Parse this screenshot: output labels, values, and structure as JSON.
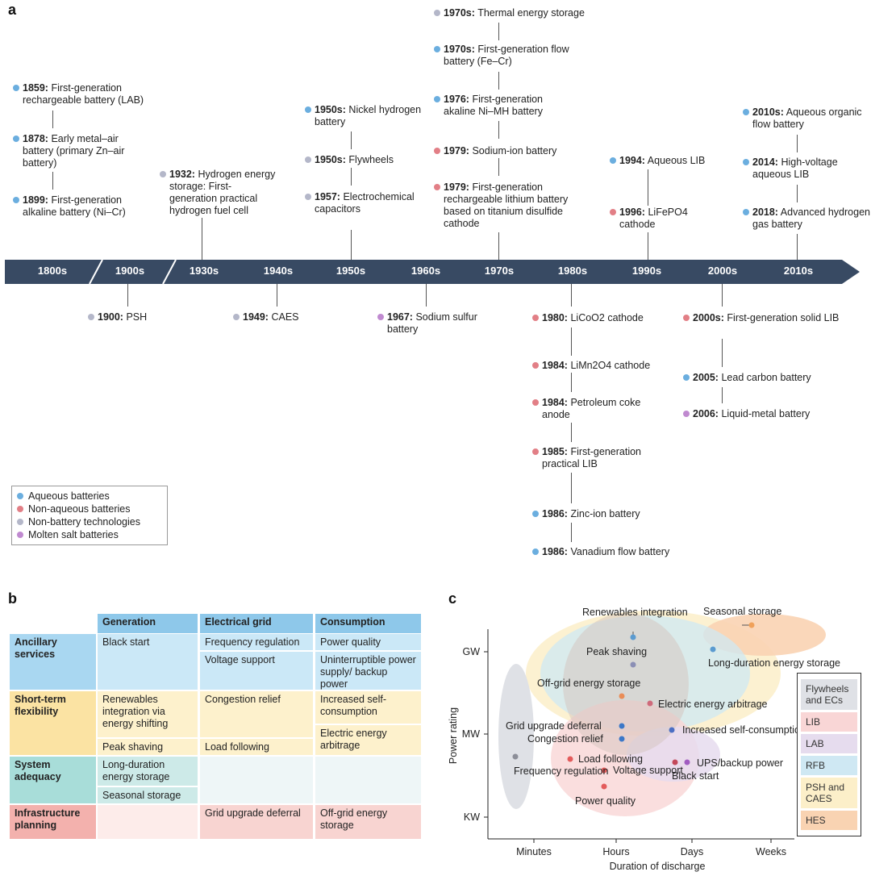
{
  "panels": {
    "a": "a",
    "b": "b",
    "c": "c"
  },
  "colors": {
    "aqueous": "#6baedf",
    "nonaqueous": "#e27f86",
    "nonbattery": "#b4b7c9",
    "molten": "#c08ad0",
    "timeline_bar": "#384a63"
  },
  "timeline": {
    "decades": [
      "1800s",
      "1900s",
      "1930s",
      "1940s",
      "1950s",
      "1960s",
      "1970s",
      "1980s",
      "1990s",
      "2000s",
      "2010s"
    ],
    "events": [
      {
        "year": "1859:",
        "text": "First-generation rechargeable battery (LAB)",
        "cat": "aqueous"
      },
      {
        "year": "1878:",
        "text": "Early metal–air battery (primary Zn–air battery)",
        "cat": "aqueous"
      },
      {
        "year": "1899:",
        "text": "First-generation alkaline battery (Ni–Cr)",
        "cat": "aqueous"
      },
      {
        "year": "1932:",
        "text": "Hydrogen energy storage: First-generation practical hydrogen fuel cell",
        "cat": "nonbattery"
      },
      {
        "year": "1950s:",
        "text": "Nickel hydrogen battery",
        "cat": "aqueous"
      },
      {
        "year": "1950s:",
        "text": "Flywheels",
        "cat": "nonbattery"
      },
      {
        "year": "1957:",
        "text": "Electrochemical capacitors",
        "cat": "nonbattery"
      },
      {
        "year": "1970s:",
        "text": "Thermal energy storage",
        "cat": "nonbattery"
      },
      {
        "year": "1970s:",
        "text": "First-generation flow battery (Fe–Cr)",
        "cat": "aqueous"
      },
      {
        "year": "1976:",
        "text": "First-generation akaline Ni–MH battery",
        "cat": "aqueous"
      },
      {
        "year": "1979:",
        "text": "Sodium-ion battery",
        "cat": "nonaqueous"
      },
      {
        "year": "1979:",
        "text": "First-generation rechargeable lithium battery based on titanium disulfide cathode",
        "cat": "nonaqueous"
      },
      {
        "year": "1994:",
        "text": "Aqueous LIB",
        "cat": "aqueous"
      },
      {
        "year": "1996:",
        "text": "LiFePO4 cathode",
        "cat": "nonaqueous"
      },
      {
        "year": "2010s:",
        "text": "Aqueous organic flow battery",
        "cat": "aqueous"
      },
      {
        "year": "2014:",
        "text": "High-voltage aqueous LIB",
        "cat": "aqueous"
      },
      {
        "year": "2018:",
        "text": "Advanced hydrogen gas battery",
        "cat": "aqueous"
      },
      {
        "year": "1900:",
        "text": "PSH",
        "cat": "nonbattery"
      },
      {
        "year": "1949:",
        "text": "CAES",
        "cat": "nonbattery"
      },
      {
        "year": "1967:",
        "text": "Sodium sulfur battery",
        "cat": "molten"
      },
      {
        "year": "1980:",
        "text": "LiCoO2 cathode",
        "cat": "nonaqueous"
      },
      {
        "year": "1984:",
        "text": "LiMn2O4 cathode",
        "cat": "nonaqueous"
      },
      {
        "year": "1984:",
        "text": "Petroleum coke anode",
        "cat": "nonaqueous"
      },
      {
        "year": "1985:",
        "text": "First-generation practical LIB",
        "cat": "nonaqueous"
      },
      {
        "year": "1986:",
        "text": "Zinc-ion battery",
        "cat": "aqueous"
      },
      {
        "year": "1986:",
        "text": "Vanadium flow battery",
        "cat": "aqueous"
      },
      {
        "year": "2000s:",
        "text": "First-generation solid LIB",
        "cat": "nonaqueous"
      },
      {
        "year": "2005:",
        "text": "Lead carbon battery",
        "cat": "aqueous"
      },
      {
        "year": "2006:",
        "text": "Liquid-metal battery",
        "cat": "molten"
      }
    ],
    "legend": [
      "Aqueous batteries",
      "Non-aqueous batteries",
      "Non-battery technologies",
      "Molten salt batteries"
    ]
  },
  "table": {
    "columns": [
      "Generation",
      "Electrical grid",
      "Consumption"
    ],
    "rows": [
      {
        "label": "Ancillary services",
        "generation": [
          "Black start"
        ],
        "grid": [
          "Frequency regulation",
          "Voltage support"
        ],
        "consumption": [
          "Power quality",
          "Uninterruptible power supply/ backup power"
        ]
      },
      {
        "label": "Short-term flexibility",
        "generation": [
          "Renewables integration via energy shifting",
          "Peak shaving"
        ],
        "grid": [
          "Congestion relief",
          "Load following"
        ],
        "consumption": [
          "Increased self-consumption",
          "Electric energy arbitrage"
        ]
      },
      {
        "label": "System adequacy",
        "generation": [
          "Long-duration energy storage",
          "Seasonal storage"
        ],
        "grid": [],
        "consumption": []
      },
      {
        "label": "Infrastructure planning",
        "generation": [],
        "grid": [
          "Grid upgrade deferral"
        ],
        "consumption": [
          "Off-grid energy storage"
        ]
      }
    ]
  },
  "chart": {
    "xlabel": "Duration of discharge",
    "ylabel": "Power rating",
    "xticks": [
      "Minutes",
      "Hours",
      "Days",
      "Weeks"
    ],
    "yticks": [
      "GW",
      "MW",
      "KW"
    ],
    "legend": [
      "Flywheels and ECs",
      "LIB",
      "LAB",
      "RFB",
      "PSH and CAES",
      "HES"
    ],
    "legend_colors": [
      "#dfe1e6",
      "#f9d6d6",
      "#e6dcee",
      "#cfe8f3",
      "#fcefc9",
      "#f9d3b2"
    ],
    "applications": [
      "Seasonal storage",
      "Renewables integration",
      "Peak shaving",
      "Long-duration energy storage",
      "Off-grid energy storage",
      "Electric energy arbitrage",
      "Grid upgrade deferral",
      "Congestion relief",
      "Increased self-consumption",
      "Frequency regulation",
      "Load following",
      "Voltage support",
      "Power quality",
      "Black start",
      "UPS/backup power"
    ]
  }
}
